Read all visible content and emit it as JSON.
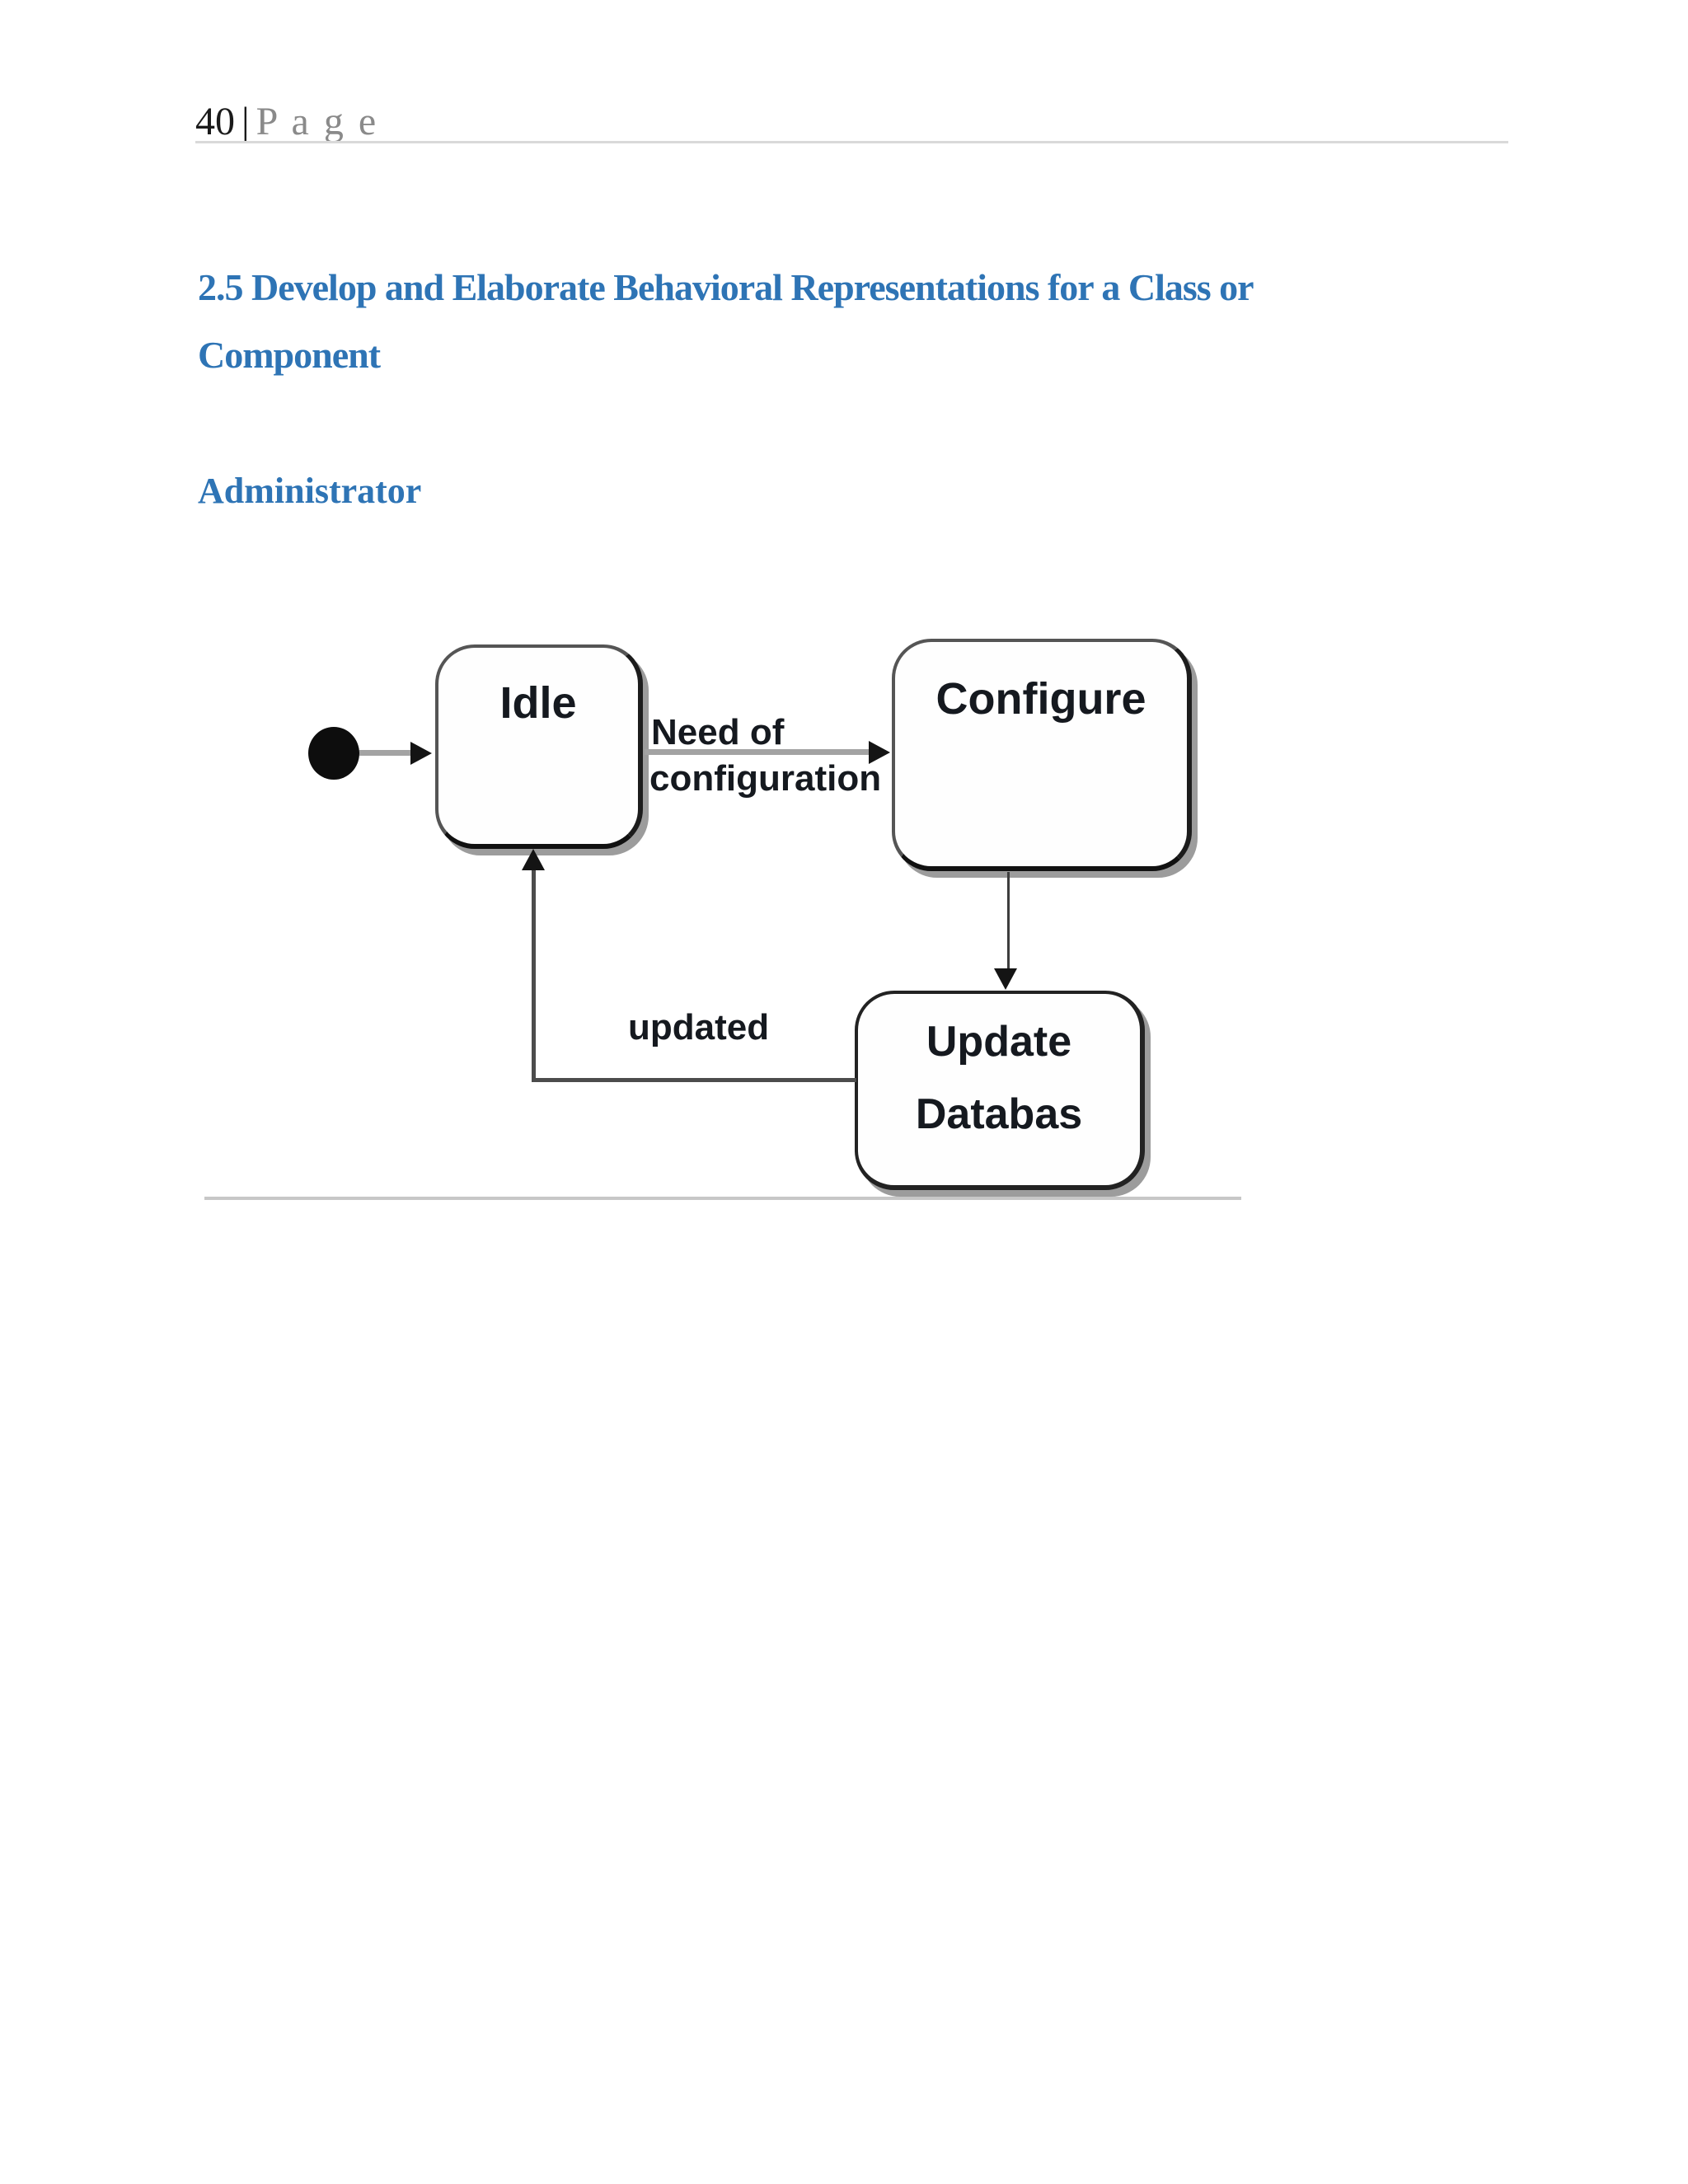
{
  "page": {
    "header": {
      "page_number": "40",
      "separator": "|",
      "page_word": "P a g e"
    },
    "heading": {
      "line1": "2.5 Develop and Elaborate Behavioral Representations for a Class or",
      "line2": "Component"
    },
    "subheading": "Administrator"
  },
  "colors": {
    "heading_blue": "#2e74b5",
    "header_gray_text": "#8a8a8a",
    "header_rule_gray": "#d9d9d9",
    "figure_rule_gray": "#c7c7c7",
    "arrow_shaft_gray": "#a3a3a3",
    "arrow_dark_gray": "#4c4c4c",
    "diagram_text": "#15191f",
    "state_fill": "#fefefe",
    "initial_dot_black": "#0d0d0d"
  },
  "diagram": {
    "type": "uml_state_diagram",
    "states": [
      {
        "id": "initial",
        "kind": "initial-pseudostate",
        "label": ""
      },
      {
        "id": "idle",
        "kind": "state",
        "label": "Idle"
      },
      {
        "id": "configure",
        "kind": "state",
        "label": "Configure"
      },
      {
        "id": "update-database",
        "kind": "state",
        "label": "Update Databas",
        "line1": "Update",
        "line2": "Databas"
      }
    ],
    "transitions": [
      {
        "from": "initial",
        "to": "idle",
        "label": ""
      },
      {
        "from": "idle",
        "to": "configure",
        "label": "Need of configuration",
        "label_line1": "Need of",
        "label_line2": "configuration"
      },
      {
        "from": "configure",
        "to": "update-database",
        "label": ""
      },
      {
        "from": "update-database",
        "to": "idle",
        "label": "updated"
      }
    ]
  }
}
